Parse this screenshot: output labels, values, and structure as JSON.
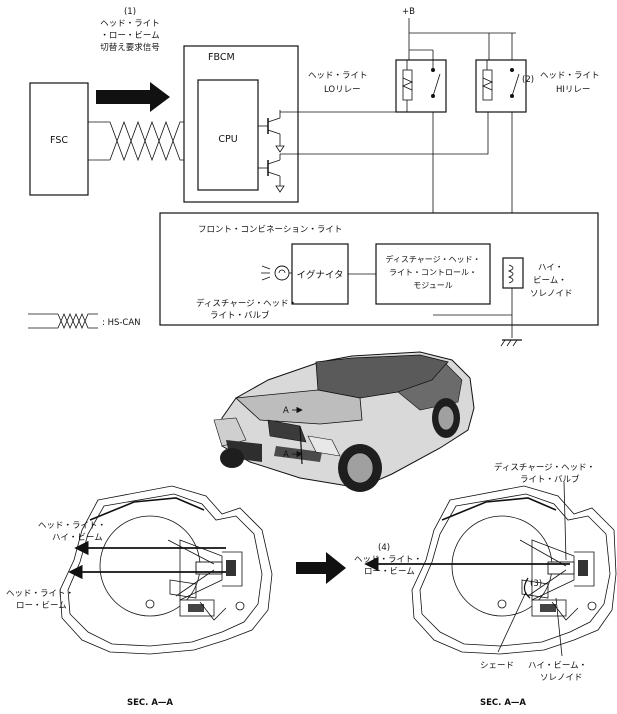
{
  "supply": {
    "label": "+B"
  },
  "request_signal": {
    "number": "(1)",
    "line1": "ヘッド・ライト",
    "line2": "・ロー・ビーム",
    "line3": "切替え要求信号"
  },
  "fsc": {
    "label": "FSC"
  },
  "fbcm": {
    "label": "FBCM",
    "cpu": "CPU"
  },
  "lo_relay": {
    "line1": "ヘッド・ライト",
    "line2": "LOリレー"
  },
  "hi_relay": {
    "line1": "ヘッド・ライト",
    "line2": "HIリレー",
    "number": "(2)"
  },
  "front_light": {
    "label": "フロント・コンビネーション・ライト"
  },
  "igniter": {
    "label": "イグナイタ"
  },
  "discharge_module": {
    "line1": "ディスチャージ・ヘッド・",
    "line2": "ライト・コントロール・",
    "line3": "モジュール"
  },
  "hb_solenoid": {
    "line1": "ハイ・",
    "line2": "ビーム・",
    "line3": "ソレノイド"
  },
  "bulb": {
    "line1": "ディスチャージ・ヘッド・",
    "line2": "ライト・バルブ"
  },
  "legend": {
    "label": ": HS-CAN"
  },
  "car": {
    "section_top": "A",
    "section_bottom": "A"
  },
  "left_section": {
    "high_line1": "ヘッド・ライト・",
    "high_line2": "ハイ・ビーム",
    "low_line1": "ヘッド・ライト・",
    "low_line2": "ロー・ビーム",
    "caption": "SEC. A—A"
  },
  "right_section": {
    "bulb_line1": "ディスチャージ・ヘッド・",
    "bulb_line2": "ライト・バルブ",
    "number4": "(4)",
    "low_line1": "ヘッド・ライト・",
    "low_line2": "ロー・ビーム",
    "number3": "(3)",
    "shade": "シェード",
    "sol_line1": "ハイ・ビーム・",
    "sol_line2": "ソレノイド",
    "caption": "SEC. A—A"
  }
}
